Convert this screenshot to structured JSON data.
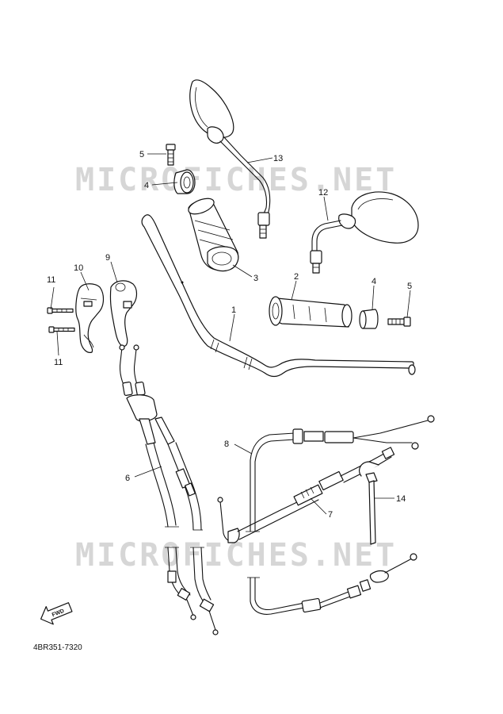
{
  "watermark": "MICROFICHES.NET",
  "part_code": "4BR351-7320",
  "fwd_label": "FWD",
  "callouts": {
    "c1": "1",
    "c2": "2",
    "c3": "3",
    "c4a": "4",
    "c4b": "4",
    "c5a": "5",
    "c5b": "5",
    "c6": "6",
    "c7": "7",
    "c8": "8",
    "c9": "9",
    "c10": "10",
    "c11a": "11",
    "c11b": "11",
    "c12": "12",
    "c13": "13",
    "c14": "14"
  }
}
